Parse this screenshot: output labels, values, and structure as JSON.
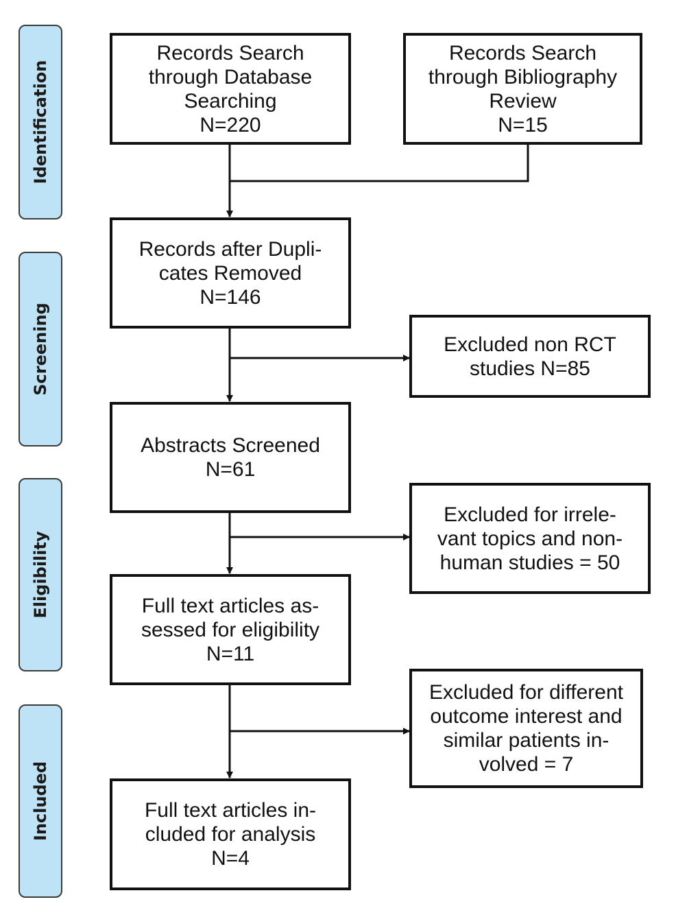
{
  "stages": [
    {
      "id": "identification",
      "label": "Identification"
    },
    {
      "id": "screening",
      "label": "Screening"
    },
    {
      "id": "eligibility",
      "label": "Eligibility"
    },
    {
      "id": "included",
      "label": "Included"
    }
  ],
  "boxes": {
    "database_search": [
      "Records Search",
      "through Database",
      "Searching",
      "N=220"
    ],
    "bibliography_search": [
      "Records Search",
      "through Bibliography",
      "Review",
      "N=15"
    ],
    "duplicates_removed": [
      "Records after Dupli-",
      "cates Removed",
      "N=146"
    ],
    "excluded_non_rct": [
      "Excluded non RCT",
      "studies N=85"
    ],
    "abstracts_screened": [
      "Abstracts Screened",
      "N=61"
    ],
    "excluded_irrelevant": [
      "Excluded for irrele-",
      "vant topics and non-",
      "human studies = 50"
    ],
    "full_text_assessed": [
      "Full text articles as-",
      "sessed for eligibility",
      "N=11"
    ],
    "excluded_outcome": [
      "Excluded for different",
      "outcome interest and",
      "similar patients in-",
      "volved = 7"
    ],
    "full_text_included": [
      "Full text articles in-",
      "cluded for analysis",
      "N=4"
    ]
  },
  "colors": {
    "stage_fill": "#bfe3f6",
    "line": "#111111"
  }
}
